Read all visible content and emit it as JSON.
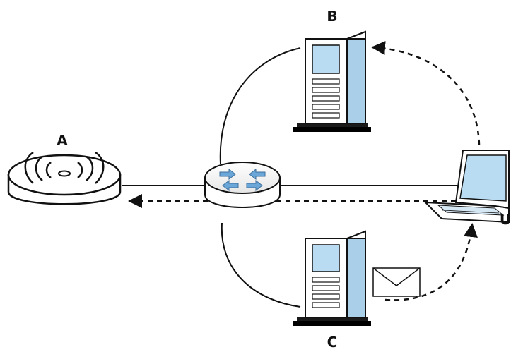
{
  "labels": {
    "a": "A",
    "b": "B",
    "c": "C",
    "u": "U"
  },
  "icons": {
    "access_point": "wireless-access-point-icon",
    "router": "router-icon",
    "server_b": "server-tower-icon",
    "server_c": "server-tower-icon",
    "laptop": "laptop-icon",
    "message": "envelope-icon"
  },
  "colors": {
    "line": "#111111",
    "server_blue": "#a9cfe9",
    "server_shade": "#6fa6cf",
    "router_arrows": "#6aa7d8",
    "laptop_screen": "#b9dcf2"
  }
}
